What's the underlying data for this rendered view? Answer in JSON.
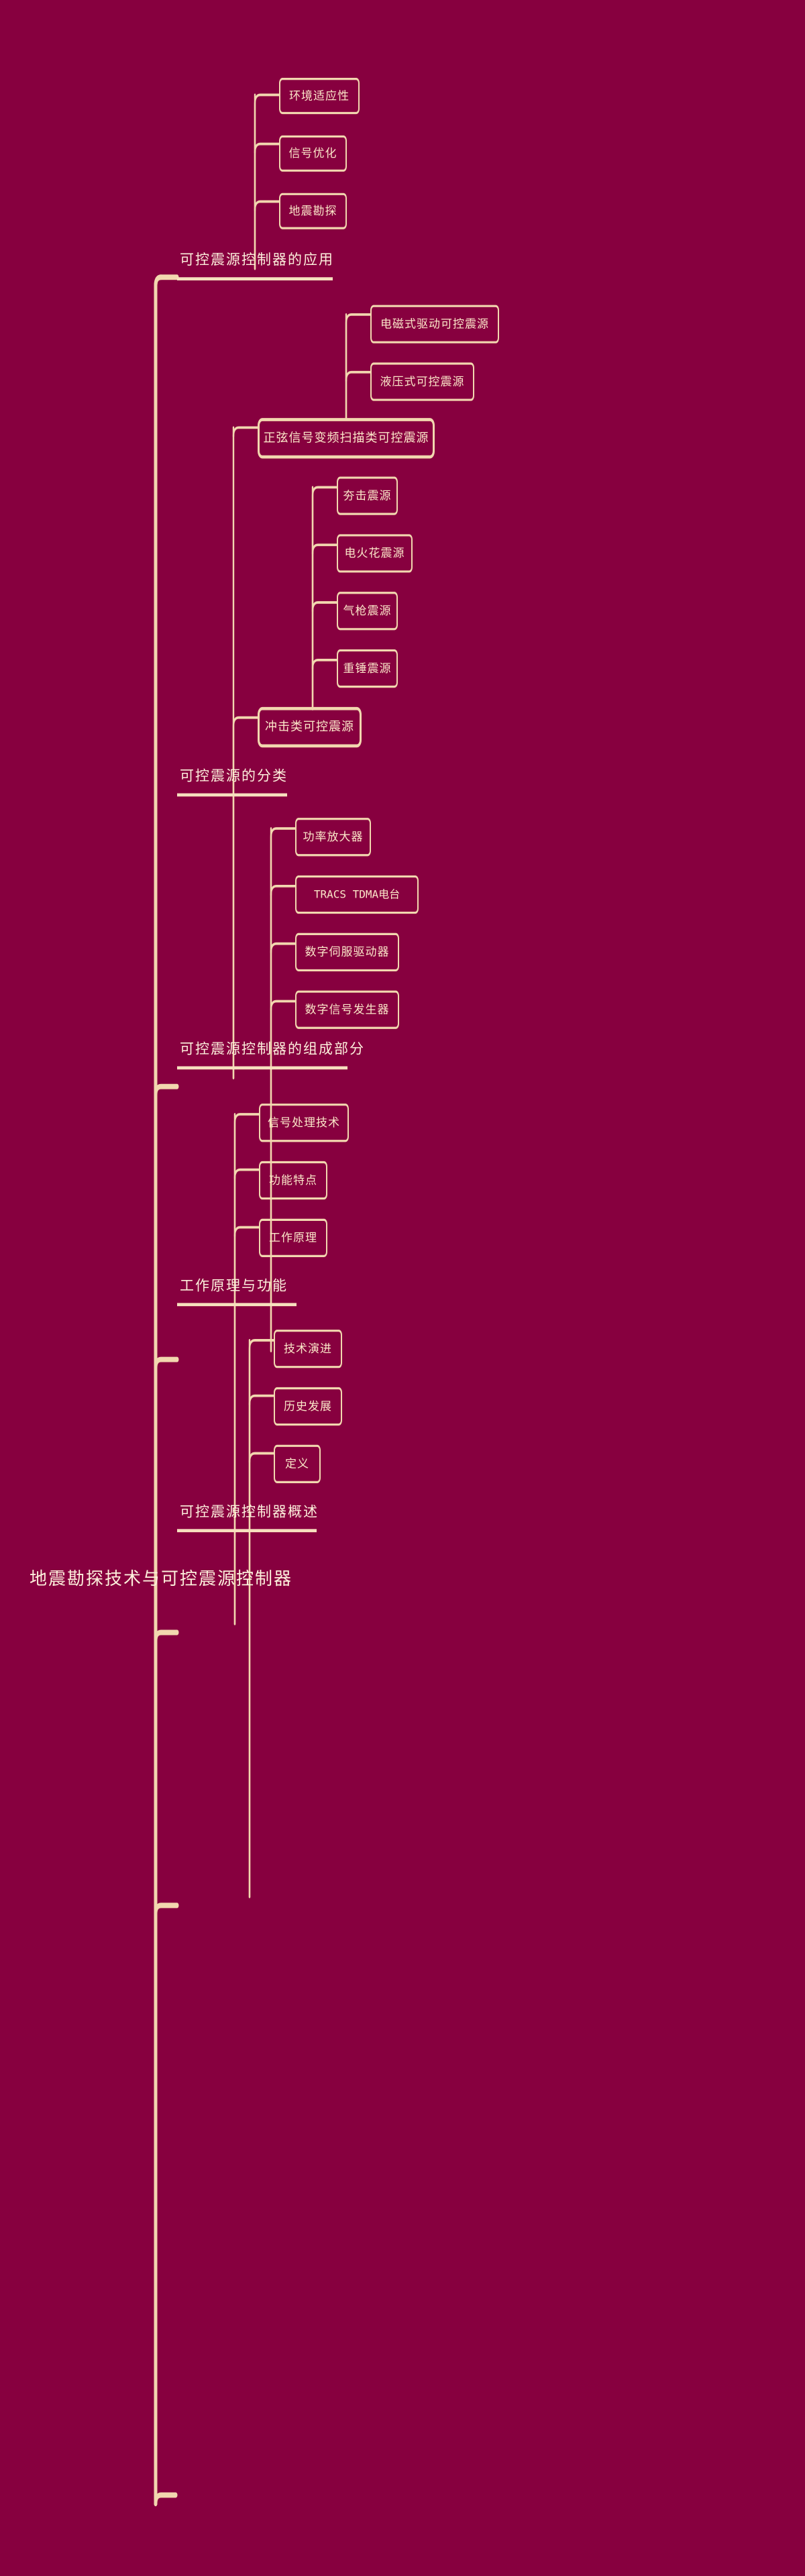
{
  "theme": {
    "background": "#87003f",
    "line": "#f2d7af",
    "text": "#fbe7c8",
    "title_text": "#fdf0dc"
  },
  "root": {
    "label": "地震勘探技术与可控震源控制器"
  },
  "branches": [
    {
      "id": "application",
      "label": "可控震源控制器的应用",
      "children": [
        {
          "label": "环境适应性"
        },
        {
          "label": "信号优化"
        },
        {
          "label": "地震勘探"
        }
      ]
    },
    {
      "id": "classification",
      "label": "可控震源的分类",
      "children": [
        {
          "label": "正弦信号变频扫描类可控震源",
          "children": [
            {
              "label": "电磁式驱动可控震源"
            },
            {
              "label": "液压式可控震源"
            }
          ]
        },
        {
          "label": "冲击类可控震源",
          "children": [
            {
              "label": "夯击震源"
            },
            {
              "label": "电火花震源"
            },
            {
              "label": "气枪震源"
            },
            {
              "label": "重锤震源"
            }
          ]
        }
      ]
    },
    {
      "id": "components",
      "label": "可控震源控制器的组成部分",
      "children": [
        {
          "label": "功率放大器"
        },
        {
          "label": "TRACS  TDMA电台",
          "mono": true
        },
        {
          "label": "数字伺服驱动器"
        },
        {
          "label": "数字信号发生器"
        }
      ]
    },
    {
      "id": "principle",
      "label": "工作原理与功能",
      "children": [
        {
          "label": "信号处理技术"
        },
        {
          "label": "功能特点"
        },
        {
          "label": "工作原理"
        }
      ]
    },
    {
      "id": "overview",
      "label": "可控震源控制器概述",
      "children": [
        {
          "label": "技术演进"
        },
        {
          "label": "历史发展"
        },
        {
          "label": "定义"
        }
      ]
    }
  ]
}
